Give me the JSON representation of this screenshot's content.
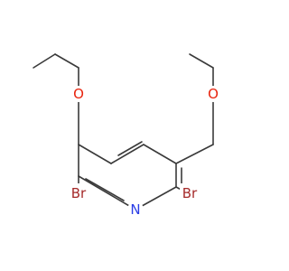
{
  "molecule": {
    "atoms": [
      {
        "id": "O1",
        "label": "O",
        "color": "#e8230d"
      },
      {
        "id": "O2",
        "label": "O",
        "color": "#e8230d"
      },
      {
        "id": "N1",
        "label": "N",
        "color": "#2a3de6"
      },
      {
        "id": "BR1",
        "label": "Br",
        "color": "#a52a2a"
      },
      {
        "id": "BR2",
        "label": "Br",
        "color": "#a52a2a"
      }
    ]
  }
}
